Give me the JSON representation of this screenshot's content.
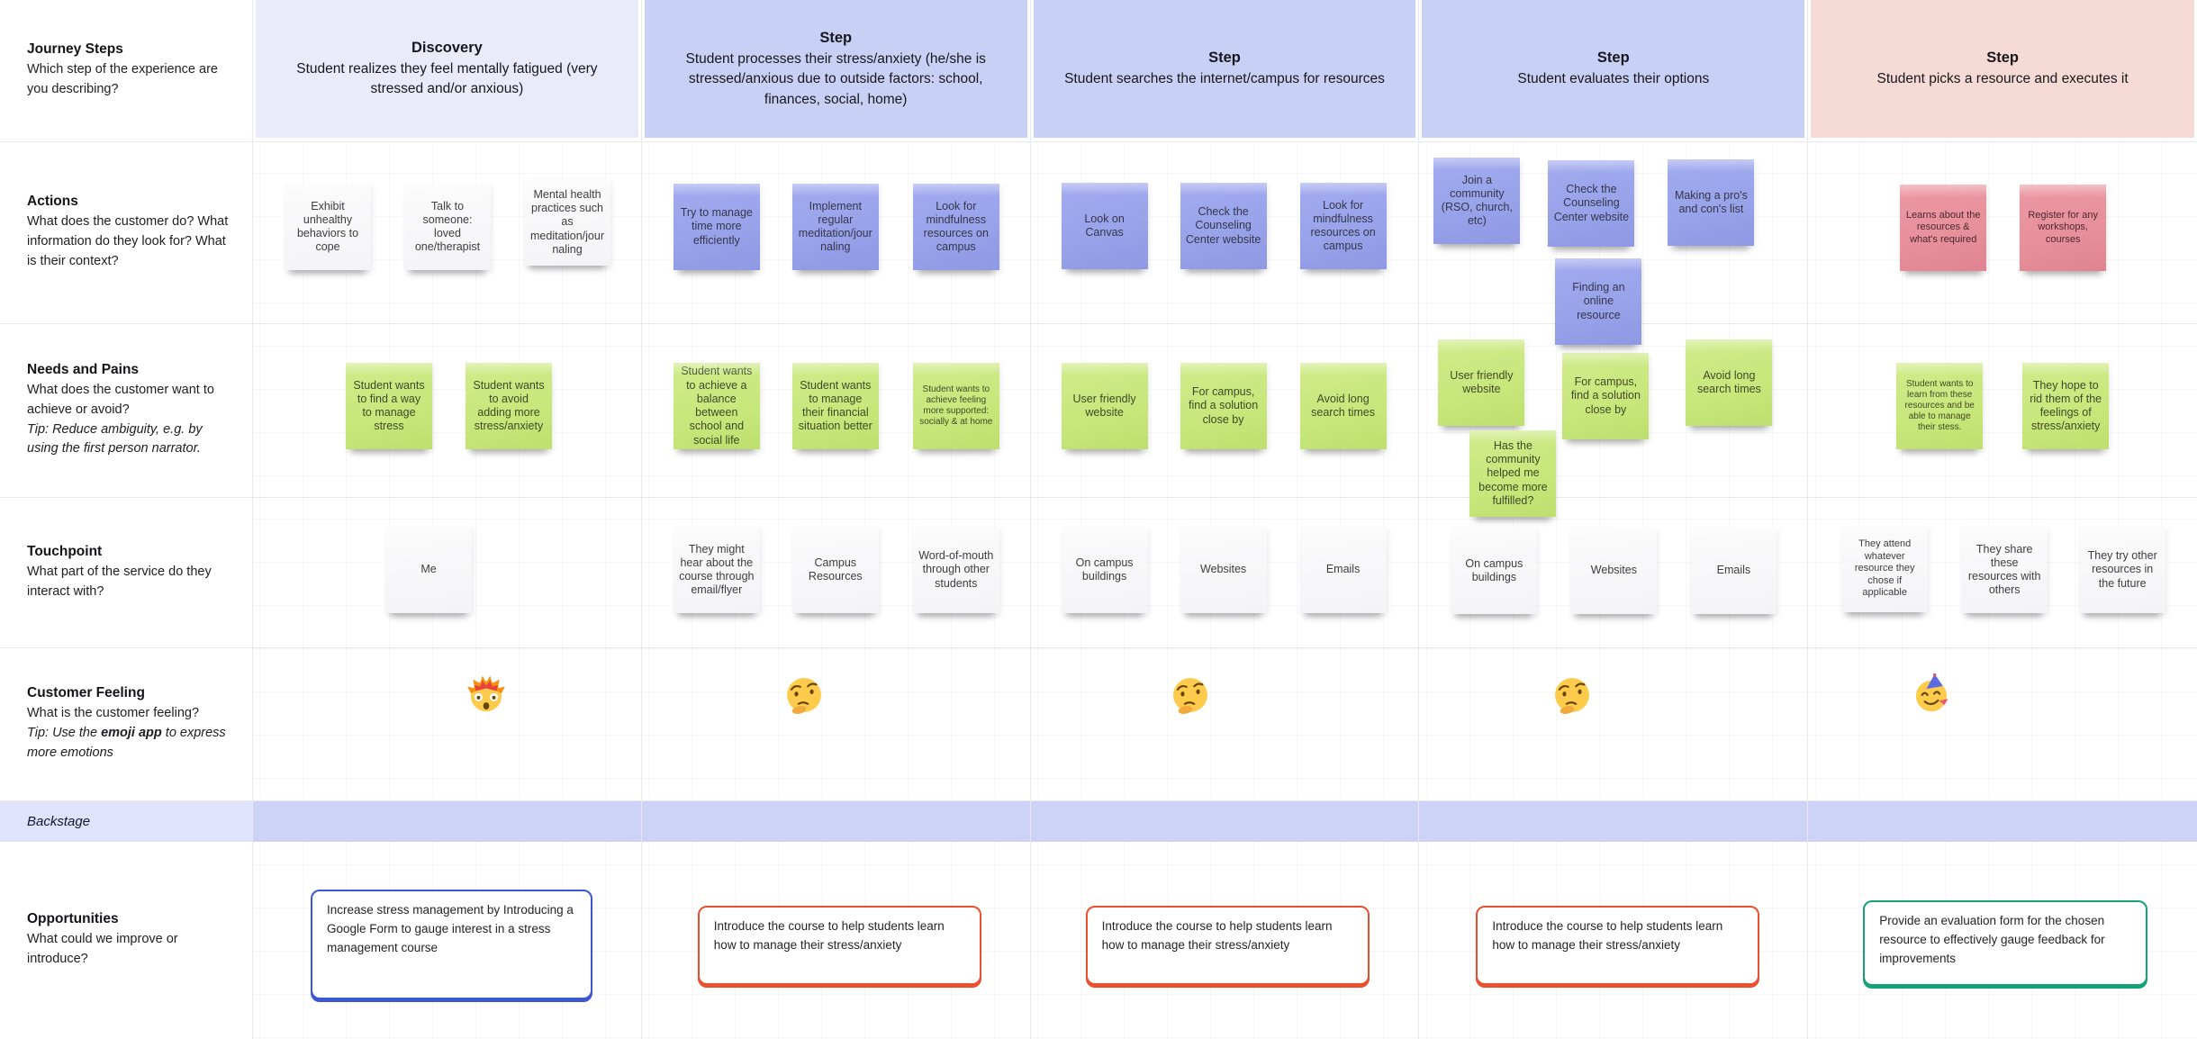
{
  "row_labels": {
    "journey": {
      "title": "Journey Steps",
      "desc": "Which step of the experience are you describing?"
    },
    "actions": {
      "title": "Actions",
      "desc": "What does the customer do? What information do they look for? What is their context?"
    },
    "needs": {
      "title": "Needs and Pains",
      "desc": "What does the customer want to achieve or avoid?",
      "tip": "Tip: Reduce ambiguity, e.g. by using the first person narrator."
    },
    "touchpoint": {
      "title": "Touchpoint",
      "desc": "What part of the service do they interact with?"
    },
    "feeling": {
      "title": "Customer Feeling",
      "desc": "What is the customer feeling?",
      "tip_prefix": "Tip: Use the ",
      "tip_bold": "emoji app",
      "tip_suffix": " to express more emotions"
    },
    "backstage": {
      "title": "Backstage"
    },
    "opportunities": {
      "title": "Opportunities",
      "desc": "What could we improve or introduce?"
    }
  },
  "columns": [
    {
      "title": "Discovery",
      "subtitle": "Student realizes they feel mentally fatigued (very stressed and/or anxious)",
      "actions": [
        "Exhibit unhealthy behaviors to cope",
        "Talk to someone: loved one/therapist",
        "Mental health practices such as meditation/journaling"
      ],
      "needs": [
        "Student wants to find a way to manage stress",
        "Student wants to avoid adding more stress/anxiety"
      ],
      "touchpoints": [
        "Me"
      ],
      "feeling": "exploding-head",
      "opportunity": "Increase stress management by Introducing  a Google Form to gauge interest in a stress management course"
    },
    {
      "title": "Step",
      "subtitle": "Student processes their stress/anxiety (he/she is stressed/anxious due to outside factors: school, finances, social, home)",
      "actions": [
        "Try to manage time more efficiently",
        "Implement regular meditation/journaling",
        "Look for mindfulness resources on campus"
      ],
      "needs": [
        "Student wants to achieve a balance between school and social life",
        "Student wants to manage their financial situation better",
        "Student wants to achieve feeling more supported: socially & at home"
      ],
      "touchpoints": [
        "They might hear about the course through email/flyer",
        "Campus Resources",
        "Word-of-mouth through other students"
      ],
      "feeling": "thinking-face",
      "opportunity": "Introduce the course to help students learn how to manage their stress/anxiety"
    },
    {
      "title": "Step",
      "subtitle": "Student searches the internet/campus for resources",
      "actions": [
        "Look on Canvas",
        "Check the Counseling Center website",
        "Look for mindfulness resources on campus"
      ],
      "needs": [
        "User friendly website",
        "For campus, find a solution close by",
        "Avoid long search times"
      ],
      "touchpoints": [
        "On campus buildings",
        "Websites",
        "Emails"
      ],
      "feeling": "thinking-face",
      "opportunity": "Introduce the course to help students learn how to manage their stress/anxiety"
    },
    {
      "title": "Step",
      "subtitle": "Student evaluates their options",
      "actions": [
        "Join a community (RSO, church, etc)",
        "Check the Counseling Center website",
        "Making a pro's and con's list",
        "Finding an online resource"
      ],
      "needs": [
        "User friendly website",
        "For campus, find a solution close by",
        "Avoid long search times",
        "Has the community helped me become more fulfilled?"
      ],
      "touchpoints": [
        "On campus buildings",
        "Websites",
        "Emails"
      ],
      "feeling": "thinking-face",
      "opportunity": "Introduce the course to help students learn how to manage their stress/anxiety"
    },
    {
      "title": "Step",
      "subtitle": "Student picks a resource and executes it",
      "actions": [
        "Learns about the resources & what's required",
        "Register for any workshops, courses"
      ],
      "needs": [
        "Student wants to learn from these resources and be able to manage their stess.",
        "They hope to rid them of the feelings of stress/anxiety"
      ],
      "touchpoints": [
        "They attend whatever resource they chose if applicable",
        "They share these resources with others",
        "They try other resources in the future"
      ],
      "feeling": "partying-face",
      "opportunity": "Provide an evaluation form for the chosen resource to effectively gauge feedback for improvements"
    }
  ],
  "colors": {
    "note_purple": "#99a3ea",
    "note_green": "#c7e77b",
    "note_pink": "#e78f9a",
    "note_white": "#f6f6f7",
    "opp_blue": "#3b57d6",
    "opp_red": "#ea4f2e",
    "opp_teal": "#16a179",
    "header_lavender_light": "#e9ebf9",
    "header_lavender": "#c9d0f6",
    "header_pink": "#f6dad6",
    "backstage_band": "#ccd3f6"
  }
}
